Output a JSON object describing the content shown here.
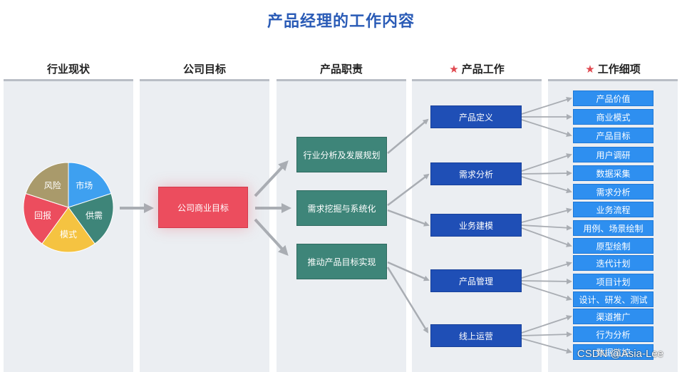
{
  "title": "产品经理的工作内容",
  "columns": [
    {
      "label": "行业现状",
      "starred": false
    },
    {
      "label": "公司目标",
      "starred": false
    },
    {
      "label": "产品职责",
      "starred": false
    },
    {
      "label": "产品工作",
      "starred": true
    },
    {
      "label": "工作细项",
      "starred": true
    }
  ],
  "star_glyph": "★",
  "pie": {
    "slices": [
      {
        "label": "市场",
        "color": "#3ea0f0"
      },
      {
        "label": "供需",
        "color": "#3e8579"
      },
      {
        "label": "模式",
        "color": "#f5c341"
      },
      {
        "label": "回报",
        "color": "#ec4d5e"
      },
      {
        "label": "风险",
        "color": "#a99a6b"
      }
    ]
  },
  "goal": "公司商业目标",
  "responsibilities": [
    "行业分析及发展规划",
    "需求挖掘与系统化",
    "推动产品目标实现"
  ],
  "work": [
    "产品定义",
    "需求分析",
    "业务建模",
    "产品管理",
    "线上运营"
  ],
  "details": [
    "产品价值",
    "商业模式",
    "产品目标",
    "用户调研",
    "数据采集",
    "需求分析",
    "业务流程",
    "用例、场景绘制",
    "原型绘制",
    "迭代计划",
    "项目计划",
    "设计、研发、测试",
    "渠道推广",
    "行为分析",
    "数据监控"
  ],
  "watermark": "CSDN @Asia-Lee",
  "colors": {
    "title": "#2a5bb6",
    "teal": "#3e8579",
    "red": "#ec4d5e",
    "blue": "#1f4fb6",
    "sky": "#2e8ff0",
    "arrow": "#a9adb3"
  }
}
